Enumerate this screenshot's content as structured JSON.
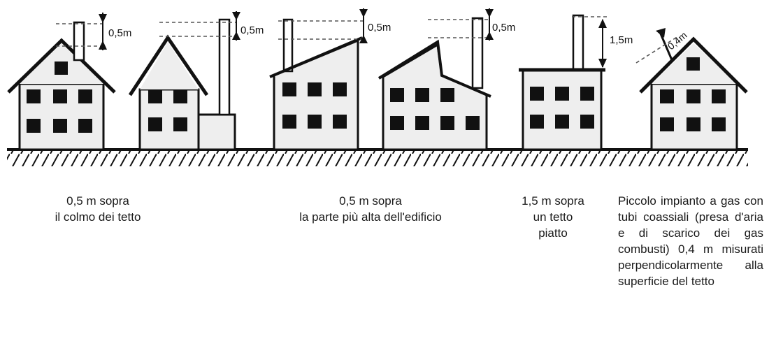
{
  "dims": {
    "d1": "0,5m",
    "d2": "0,5m",
    "d3": "0,5m",
    "d4": "0,5m",
    "d5": "1,5m",
    "d6": "0,4m"
  },
  "captions": {
    "c1": "0,5 m sopra\nil colmo dei tetto",
    "c2": "0,5 m sopra\nla parte più alta dell'edificio",
    "c3": "1,5 m sopra\nun tetto\npiatto",
    "c4": "Piccolo impianto a gas con tubi coassiali (presa d'aria e di scarico dei gas combusti) 0,4 m misurati perpendicolarmente alla superficie del tetto"
  },
  "colors": {
    "ink": "#111111",
    "wall": "#eeeeee",
    "window": "#111111",
    "dash": "#555555"
  }
}
